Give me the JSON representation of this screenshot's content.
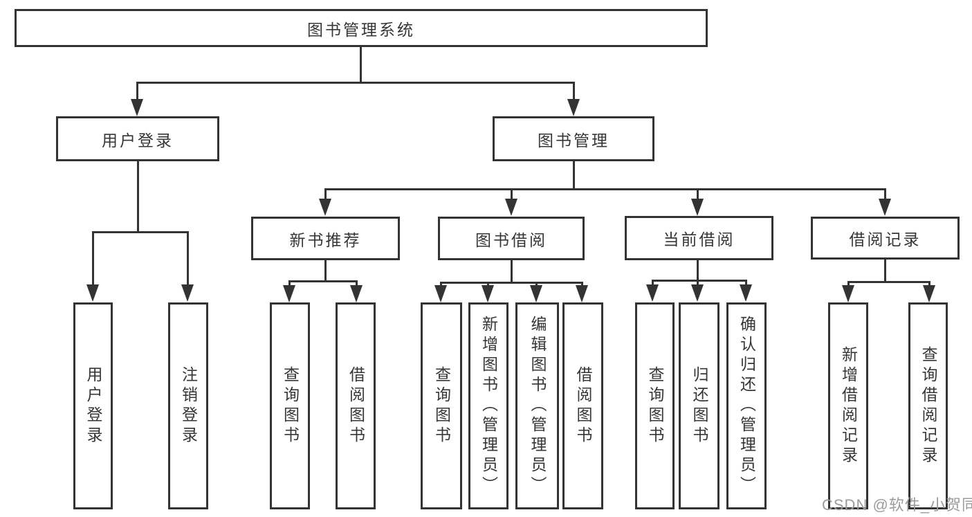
{
  "diagram": {
    "nodes": {
      "root": "图书管理系统",
      "user_login": "用户登录",
      "book_mgmt": "图书管理",
      "new_books": "新书推荐",
      "book_borrow": "图书借阅",
      "current_borrow": "当前借阅",
      "borrow_records": "借阅记录"
    },
    "leaves": {
      "user_login": [
        "用户登录",
        "注销登录"
      ],
      "new_books": [
        "查询图书",
        "借阅图书"
      ],
      "book_borrow": [
        "查询图书",
        "新增图书（管理员）",
        "编辑图书（管理员）",
        "借阅图书"
      ],
      "current_borrow": [
        "查询图书",
        "归还图书",
        "确认归还（管理员）"
      ],
      "borrow_records": [
        "新增借阅记录",
        "查询借阅记录"
      ]
    },
    "colors": {
      "line": "#333333",
      "text": "#363636",
      "watermark": "#9c9c9c"
    },
    "watermark": "CSDN @软件_小贺同学"
  }
}
